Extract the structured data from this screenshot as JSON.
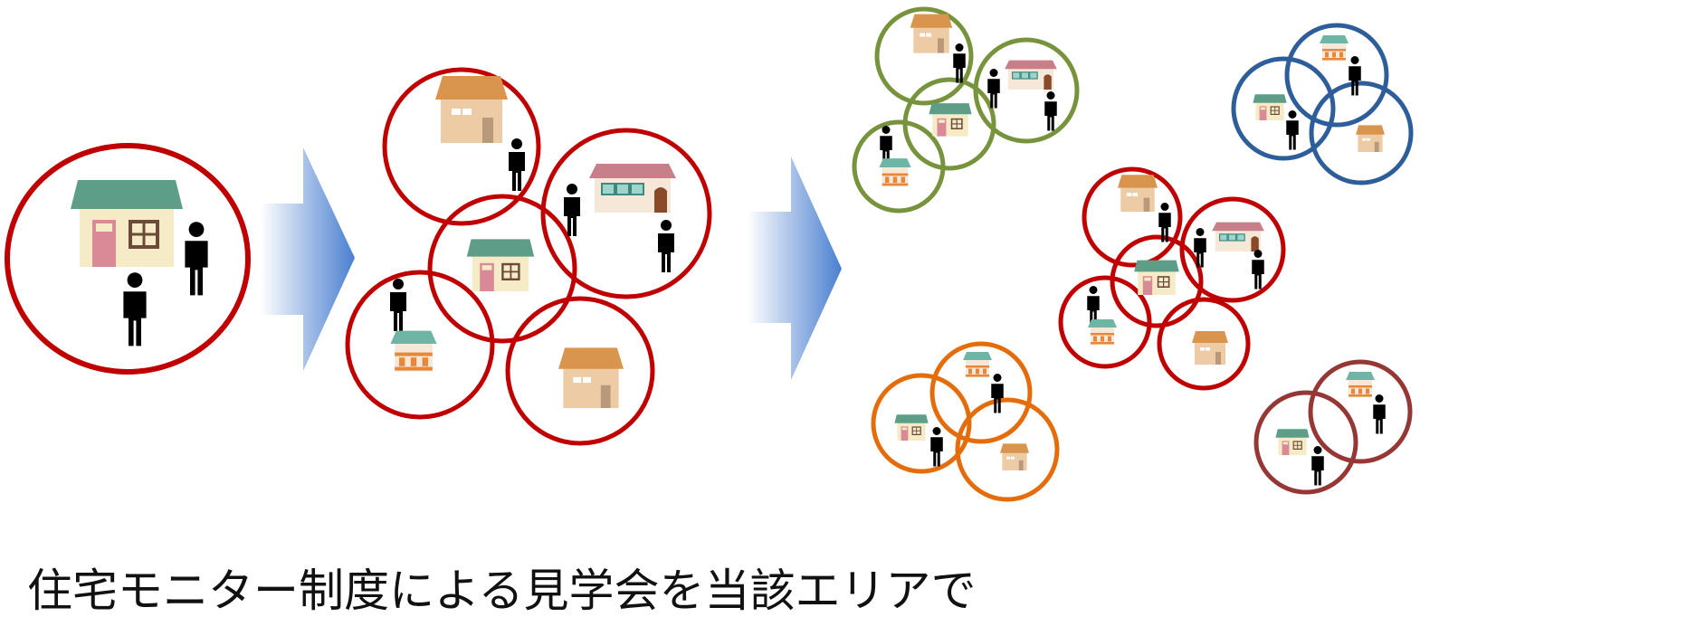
{
  "caption": "住宅モニター制度による見学会を当該エリアで",
  "colors": {
    "red": "#C00000",
    "green": "#77933C",
    "blue": "#2E5E9A",
    "orange": "#E46C0A",
    "maroon": "#953735",
    "arrow": "#4A7FD0"
  },
  "icons": {
    "house_types": [
      "two-story-house-icon",
      "small-house-icon",
      "wide-house-icon",
      "townhouse-icon"
    ],
    "person": "person-icon",
    "arrow": "right-arrow-icon"
  },
  "stages": [
    {
      "name": "single-area",
      "circle_count": 1,
      "color": "red"
    },
    {
      "name": "expanded-area",
      "circle_count": 5,
      "color": "red"
    },
    {
      "name": "multiple-areas",
      "groups": [
        "green",
        "blue",
        "red",
        "orange",
        "maroon"
      ]
    }
  ]
}
